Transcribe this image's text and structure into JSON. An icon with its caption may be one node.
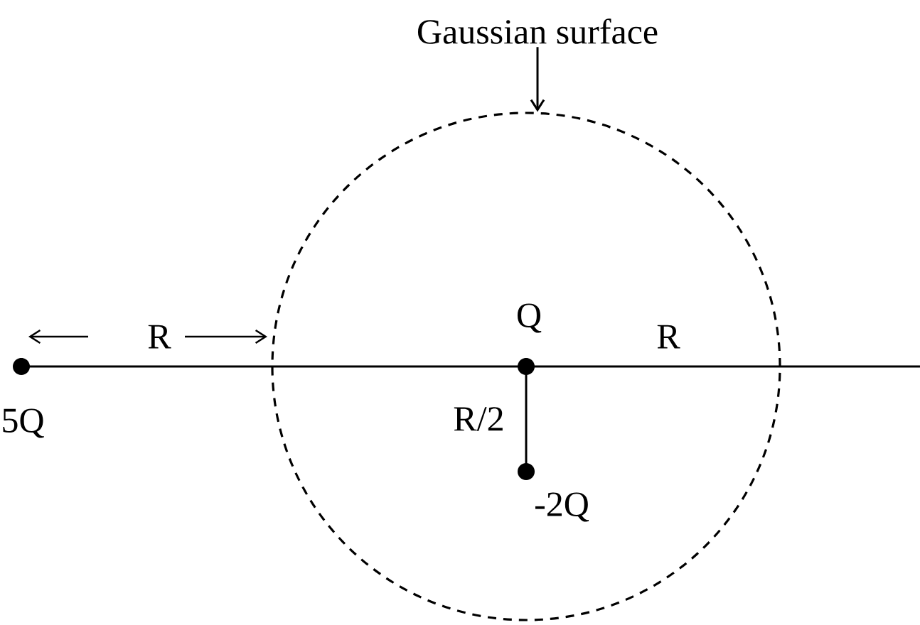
{
  "diagram": {
    "nodes": [
      {
        "text": [
          "Gaussian surface"
        ]
      },
      {
        "text": [],
        "shape": "circle"
      },
      {
        "text": [],
        "shape": "circle",
        "beside": [
          "5Q"
        ]
      },
      {
        "text": [],
        "shape": "circle",
        "beside": [
          "Q"
        ],
        "in": 1
      },
      {
        "text": [],
        "shape": "circle",
        "beside": [
          "-2Q"
        ],
        "in": 1
      }
    ],
    "edges": [
      {
        "from": 0,
        "to": 1,
        "arrow": "to"
      },
      {
        "from": 2,
        "to": 3,
        "arrow": "none"
      },
      {
        "from": 3,
        "to": null,
        "arrow": "none"
      },
      {
        "from": 3,
        "to": 4,
        "arrow": "none",
        "label": "R/2"
      }
    ],
    "labels": [
      "R",
      "R"
    ]
  }
}
